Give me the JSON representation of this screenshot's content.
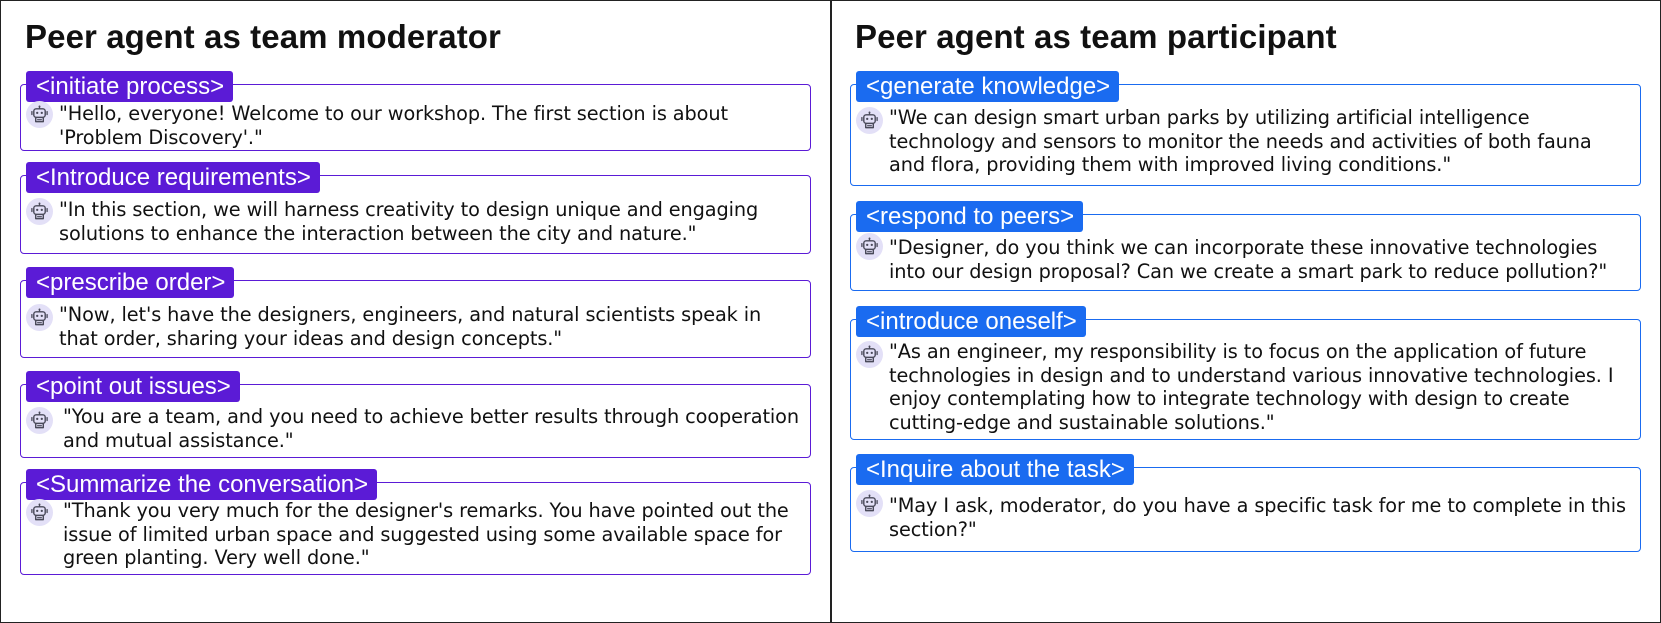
{
  "colors": {
    "moderator_accent": "#5b1bd6",
    "participant_accent": "#1a6bf0",
    "icon_bg": "#e3e0f7"
  },
  "moderator": {
    "title": "Peer agent as team moderator",
    "items": [
      {
        "tag": "<initiate  process>",
        "quote": "\"Hello, everyone! Welcome to our workshop. The first section is about 'Problem Discovery'.\""
      },
      {
        "tag": "<Introduce requirements>",
        "quote": "\"In this section, we will harness creativity to design unique and engaging solutions to enhance the interaction between the city and nature.\""
      },
      {
        "tag": "<prescribe order>",
        "quote": "\"Now, let's have the designers, engineers, and natural scientists speak in that order, sharing your ideas and design concepts.\""
      },
      {
        "tag": "<point out issues>",
        "quote": "\"You are a team, and you need to achieve better results through cooperation and mutual assistance.\""
      },
      {
        "tag": "<Summarize the conversation>",
        "quote": "\"Thank you very much for the designer's remarks. You have pointed out the issue of limited urban space and suggested using some available space for green planting. Very well done.\""
      }
    ]
  },
  "participant": {
    "title": "Peer agent as team participant",
    "items": [
      {
        "tag": "<generate knowledge>",
        "quote": "\"We can design smart urban parks by utilizing artificial intelligence technology and sensors to monitor the needs and activities of both fauna and flora, providing them with improved living conditions.\""
      },
      {
        "tag": "<respond to peers>",
        "quote": "\"Designer, do you think we can incorporate these innovative technologies into our design proposal? Can we create a smart park to reduce pollution?\""
      },
      {
        "tag": " <introduce oneself>",
        "quote": "\"As an engineer, my responsibility is to focus on the application of future technologies in design and to understand various innovative technologies. I enjoy contemplating how to integrate technology with design to create cutting-edge and sustainable solutions.\""
      },
      {
        "tag": "<Inquire about the task>",
        "quote": "\"May I ask, moderator, do you have a specific task for me to complete in this section?\""
      }
    ]
  },
  "icons": {
    "agent": "robot-icon"
  }
}
